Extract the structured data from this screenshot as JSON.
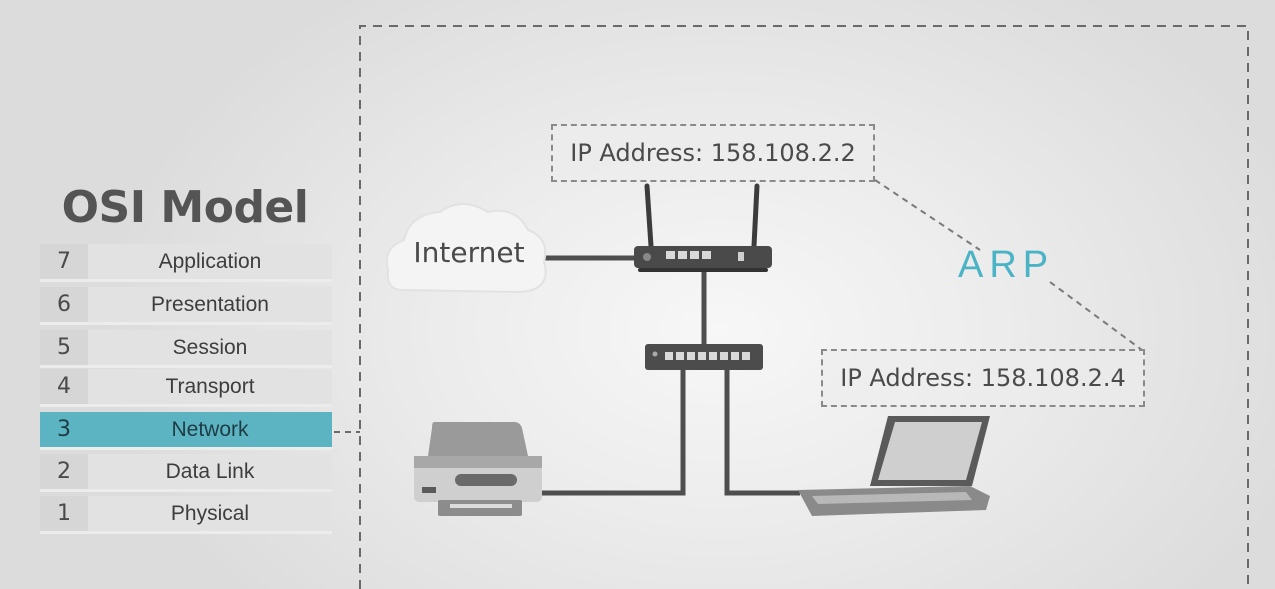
{
  "osi": {
    "title": "OSI Model",
    "layers": [
      {
        "num": "7",
        "name": "Application"
      },
      {
        "num": "6",
        "name": "Presentation"
      },
      {
        "num": "5",
        "name": "Session"
      },
      {
        "num": "4",
        "name": "Transport"
      },
      {
        "num": "3",
        "name": "Network"
      },
      {
        "num": "2",
        "name": "Data Link"
      },
      {
        "num": "1",
        "name": "Physical"
      }
    ],
    "highlight_color": "#5cb4c3"
  },
  "network": {
    "internet_label": "Internet",
    "router_ip": "IP Address: 158.108.2.2",
    "laptop_ip": "IP Address: 158.108.2.4",
    "protocol_label": "ARP",
    "protocol_color": "#4ab3c5",
    "icons": [
      "cloud-icon",
      "router-icon",
      "switch-icon",
      "printer-icon",
      "laptop-icon"
    ]
  }
}
